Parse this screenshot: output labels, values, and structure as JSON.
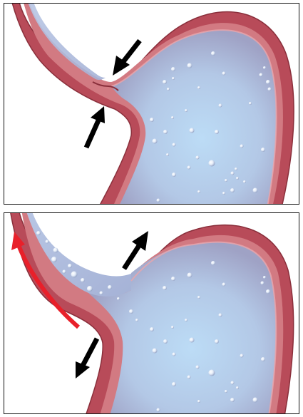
{
  "panels": [
    {
      "state": "closed",
      "arrows_direction": "inward"
    },
    {
      "state": "open-reflux",
      "arrows_direction": "outward",
      "reflux_arrow": "upward"
    }
  ],
  "colors": {
    "wall_outer": "#b84b59",
    "wall_inner": "#d27a82",
    "wall_edge": "#8a2f3b",
    "lumen_light": "#c9e0f4",
    "lumen_dark": "#9aa6c4",
    "arrow_black": "#000000",
    "reflux_arrow": "#e8202a"
  },
  "icons": [
    "arrow-icon",
    "reflux-arrow-icon",
    "bubble-icon"
  ]
}
